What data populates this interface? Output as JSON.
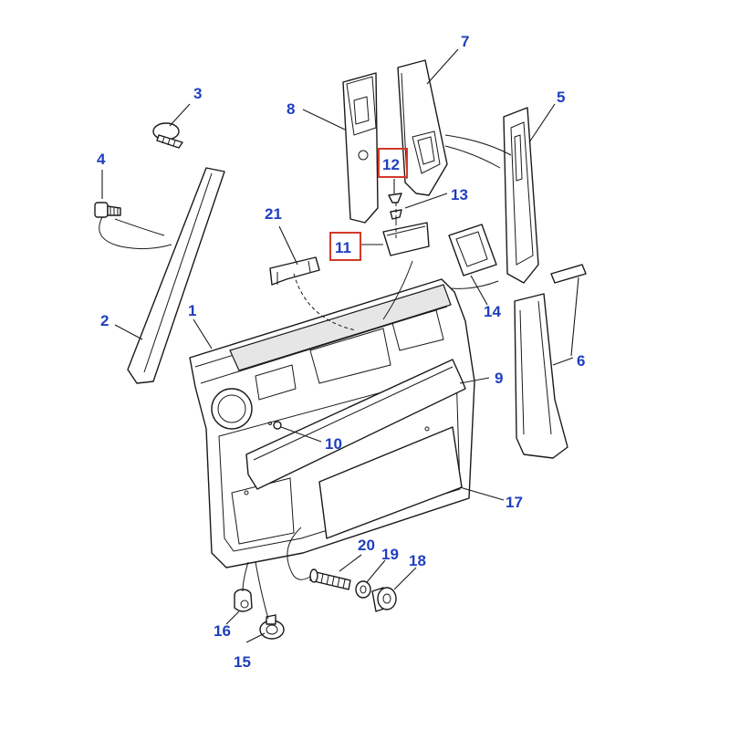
{
  "callouts": {
    "c1": "1",
    "c2": "2",
    "c3": "3",
    "c4": "4",
    "c5": "5",
    "c6": "6",
    "c7": "7",
    "c8": "8",
    "c9": "9",
    "c10": "10",
    "c11": "11",
    "c12": "12",
    "c13": "13",
    "c14": "14",
    "c15": "15",
    "c16": "16",
    "c17": "17",
    "c18": "18",
    "c19": "19",
    "c20": "20",
    "c21": "21"
  },
  "colors": {
    "callout_text": "#1f3fbf",
    "highlight_box": "#d03a2a",
    "line_art": "#1a1a1a"
  },
  "highlighted_callouts": [
    "11",
    "12"
  ]
}
